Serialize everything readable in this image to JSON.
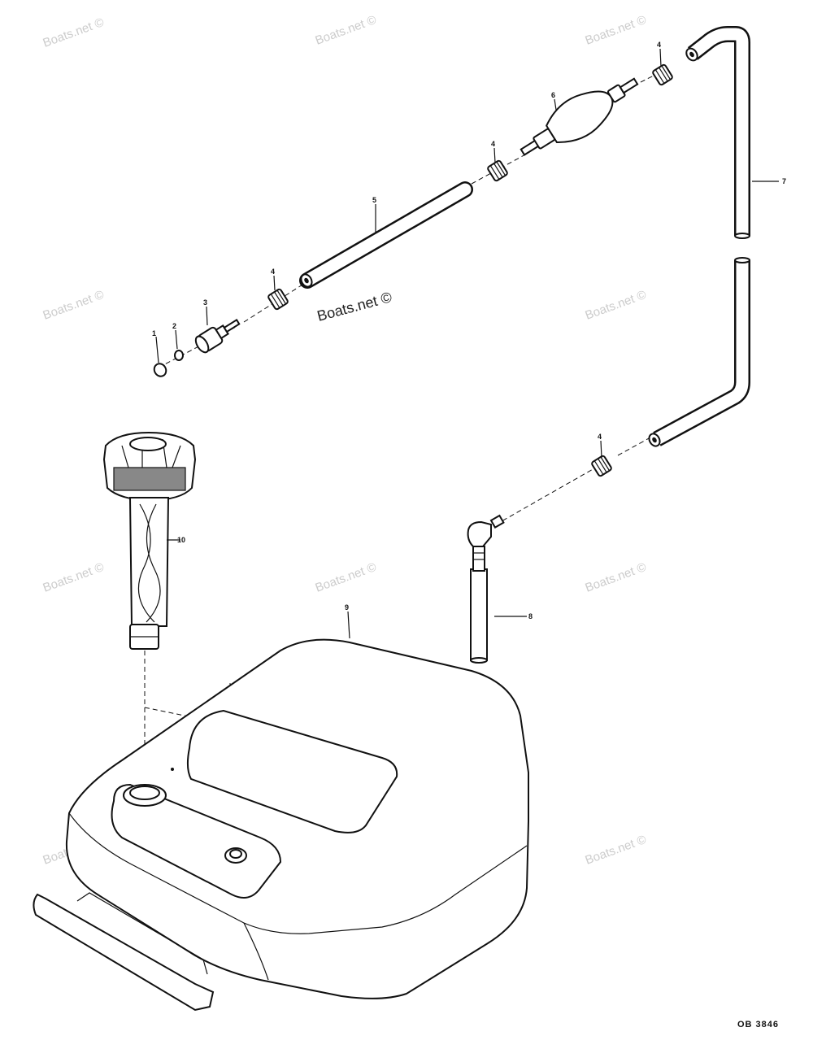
{
  "diagram": {
    "watermark": "Boats.net ©",
    "drawing_code": "OB 3846",
    "callouts": {
      "c1": "1",
      "c2": "2",
      "c3": "3",
      "c4a": "4",
      "c4b": "4",
      "c4c": "4",
      "c4d": "4",
      "c5": "5",
      "c6": "6",
      "c7": "7",
      "c8": "8",
      "c9": "9",
      "c10": "10"
    }
  }
}
